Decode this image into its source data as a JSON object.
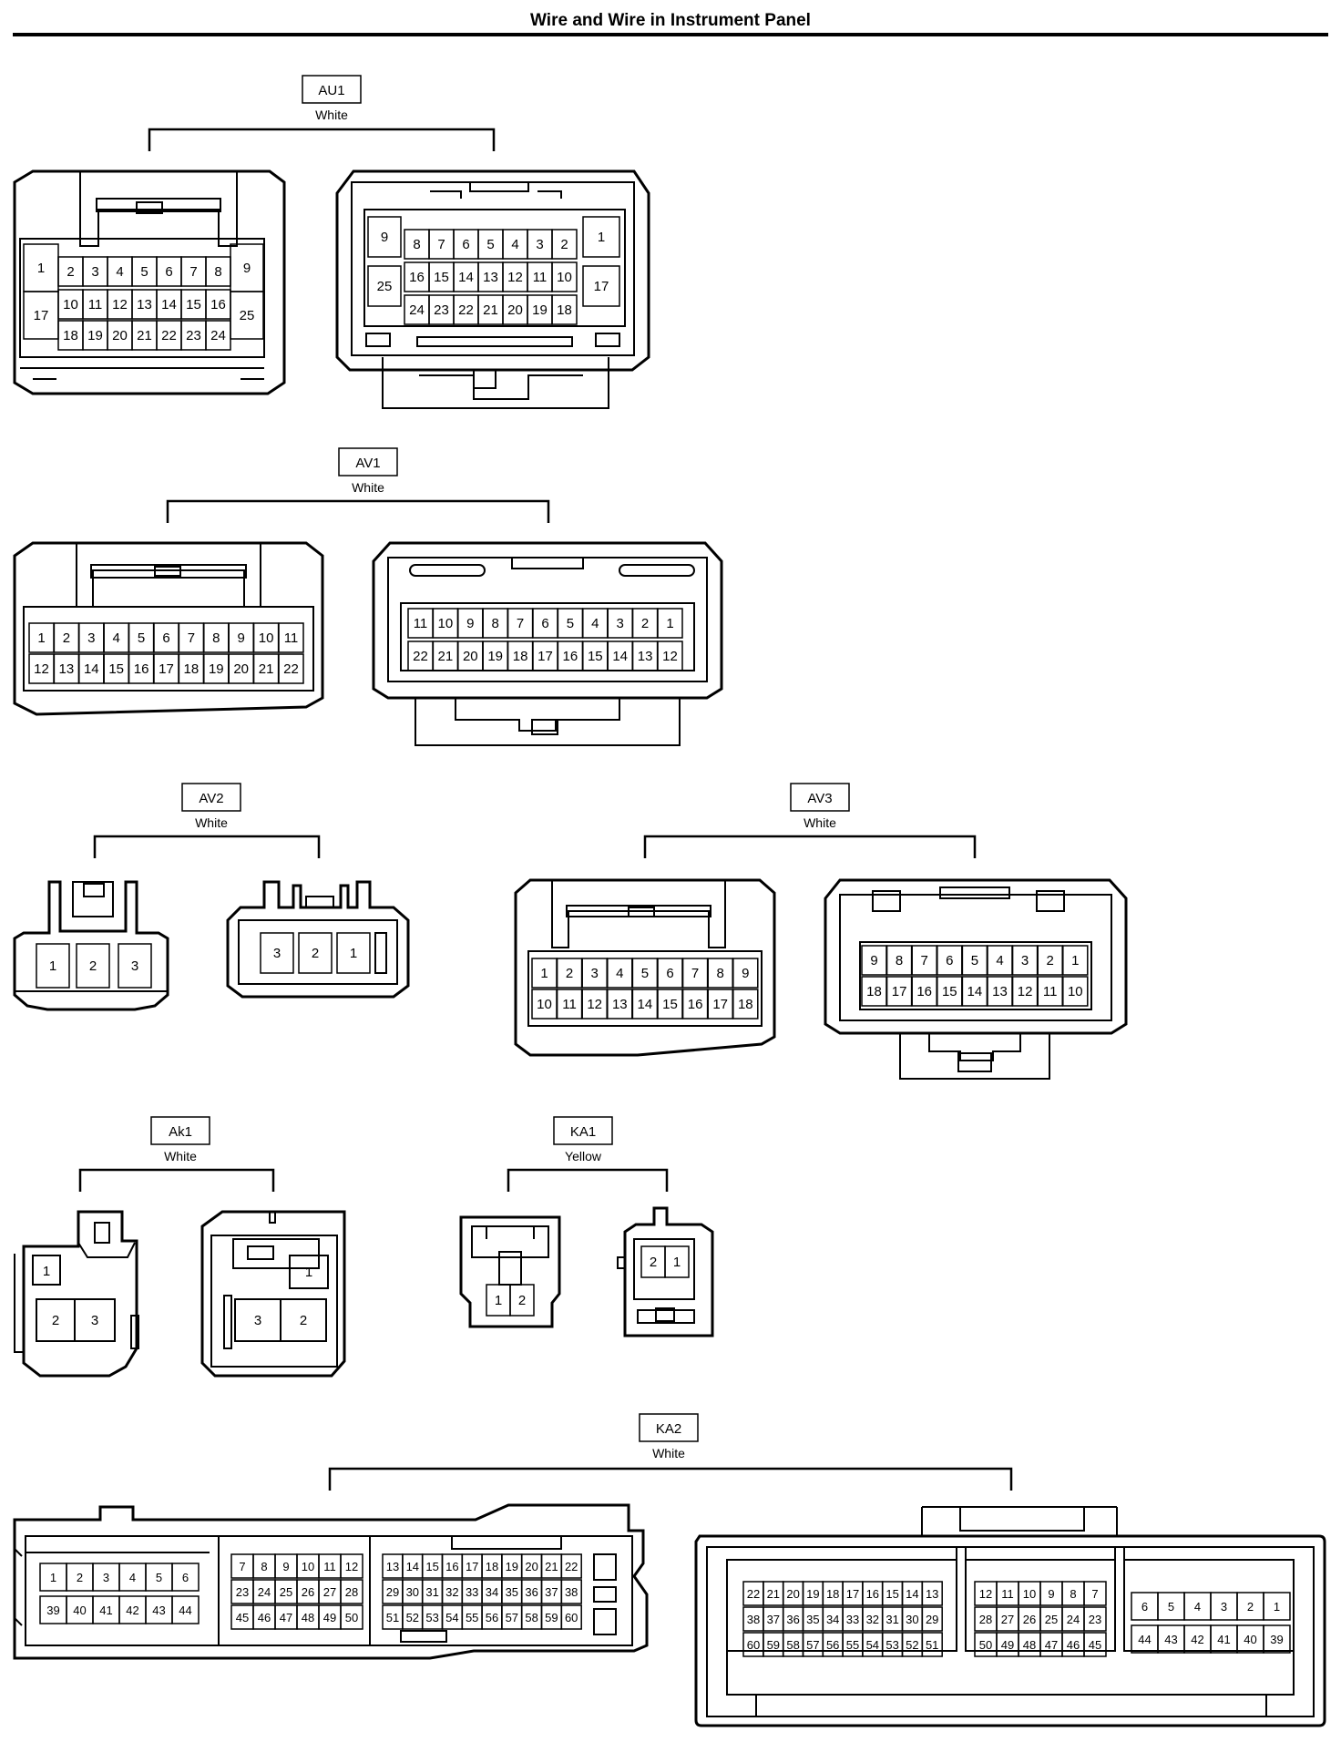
{
  "title": "Wire and Wire in Instrument Panel",
  "connectors": [
    {
      "id": "AU1",
      "color": "White",
      "male": [
        [
          "1",
          "2",
          "3",
          "4",
          "5",
          "6",
          "7",
          "8",
          "9"
        ],
        [
          "17",
          "10",
          "11",
          "12",
          "13",
          "14",
          "15",
          "16",
          "25"
        ],
        [
          "18",
          "19",
          "20",
          "21",
          "22",
          "23",
          "24"
        ]
      ],
      "female": [
        [
          "9",
          "8",
          "7",
          "6",
          "5",
          "4",
          "3",
          "2",
          "1"
        ],
        [
          "25",
          "16",
          "15",
          "14",
          "13",
          "12",
          "11",
          "10",
          "17"
        ],
        [
          "24",
          "23",
          "22",
          "21",
          "20",
          "19",
          "18"
        ]
      ]
    },
    {
      "id": "AV1",
      "color": "White",
      "male": [
        [
          "1",
          "2",
          "3",
          "4",
          "5",
          "6",
          "7",
          "8",
          "9",
          "10",
          "11"
        ],
        [
          "12",
          "13",
          "14",
          "15",
          "16",
          "17",
          "18",
          "19",
          "20",
          "21",
          "22"
        ]
      ],
      "female": [
        [
          "11",
          "10",
          "9",
          "8",
          "7",
          "6",
          "5",
          "4",
          "3",
          "2",
          "1"
        ],
        [
          "22",
          "21",
          "20",
          "19",
          "18",
          "17",
          "16",
          "15",
          "14",
          "13",
          "12"
        ]
      ]
    },
    {
      "id": "AV2",
      "color": "White",
      "male": [
        [
          "1",
          "2",
          "3"
        ]
      ],
      "female": [
        [
          "3",
          "2",
          "1"
        ]
      ]
    },
    {
      "id": "AV3",
      "color": "White",
      "male": [
        [
          "1",
          "2",
          "3",
          "4",
          "5",
          "6",
          "7",
          "8",
          "9"
        ],
        [
          "10",
          "11",
          "12",
          "13",
          "14",
          "15",
          "16",
          "17",
          "18"
        ]
      ],
      "female": [
        [
          "9",
          "8",
          "7",
          "6",
          "5",
          "4",
          "3",
          "2",
          "1"
        ],
        [
          "18",
          "17",
          "16",
          "15",
          "14",
          "13",
          "12",
          "11",
          "10"
        ]
      ]
    },
    {
      "id": "Ak1",
      "color": "White",
      "male": [
        [
          "1"
        ],
        [
          "2",
          "3"
        ]
      ],
      "female": [
        [
          "1"
        ],
        [
          "3",
          "2"
        ]
      ]
    },
    {
      "id": "KA1",
      "color": "Yellow",
      "male": [
        [
          "1",
          "2"
        ]
      ],
      "female": [
        [
          "2",
          "1"
        ]
      ]
    },
    {
      "id": "KA2",
      "color": "White",
      "male_blocks": [
        [
          [
            "1",
            "2",
            "3",
            "4",
            "5",
            "6"
          ],
          [
            "39",
            "40",
            "41",
            "42",
            "43",
            "44"
          ]
        ],
        [
          [
            "7",
            "8",
            "9",
            "10",
            "11",
            "12"
          ],
          [
            "23",
            "24",
            "25",
            "26",
            "27",
            "28"
          ],
          [
            "45",
            "46",
            "47",
            "48",
            "49",
            "50"
          ]
        ],
        [
          [
            "13",
            "14",
            "15",
            "16",
            "17",
            "18",
            "19",
            "20",
            "21",
            "22"
          ],
          [
            "29",
            "30",
            "31",
            "32",
            "33",
            "34",
            "35",
            "36",
            "37",
            "38"
          ],
          [
            "51",
            "52",
            "53",
            "54",
            "55",
            "56",
            "57",
            "58",
            "59",
            "60"
          ]
        ]
      ],
      "female_blocks": [
        [
          [
            "22",
            "21",
            "20",
            "19",
            "18",
            "17",
            "16",
            "15",
            "14",
            "13"
          ],
          [
            "38",
            "37",
            "36",
            "35",
            "34",
            "33",
            "32",
            "31",
            "30",
            "29"
          ],
          [
            "60",
            "59",
            "58",
            "57",
            "56",
            "55",
            "54",
            "53",
            "52",
            "51"
          ]
        ],
        [
          [
            "12",
            "11",
            "10",
            "9",
            "8",
            "7"
          ],
          [
            "28",
            "27",
            "26",
            "25",
            "24",
            "23"
          ],
          [
            "50",
            "49",
            "48",
            "47",
            "46",
            "45"
          ]
        ],
        [
          [
            "6",
            "5",
            "4",
            "3",
            "2",
            "1"
          ],
          [
            "44",
            "43",
            "42",
            "41",
            "40",
            "39"
          ]
        ]
      ]
    }
  ]
}
